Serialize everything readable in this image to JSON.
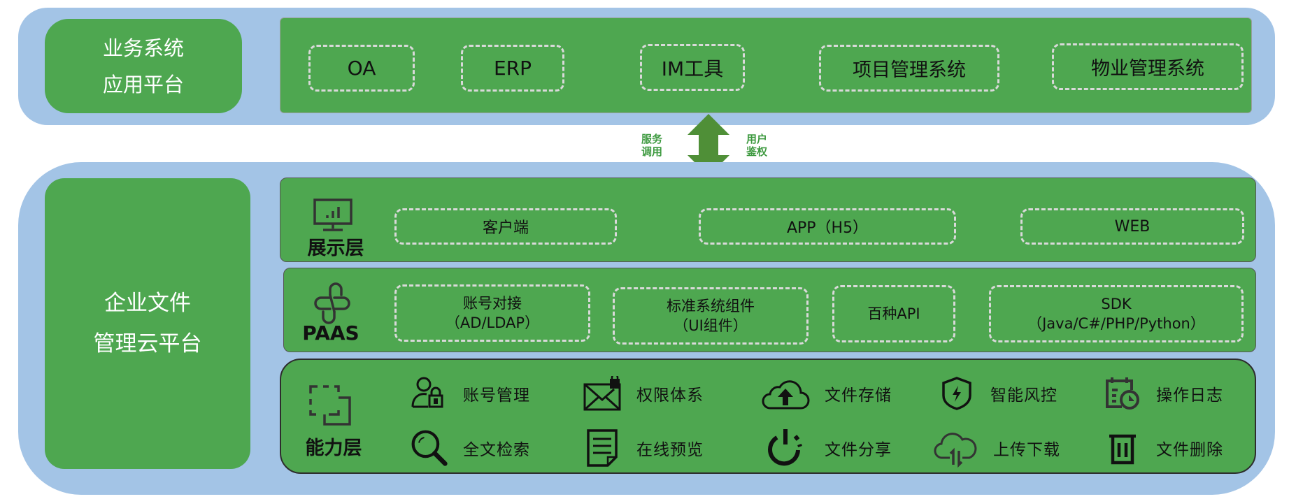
{
  "top_section": {
    "title_lines": [
      "业务系统",
      "应用平台"
    ],
    "apps": [
      "OA",
      "ERP",
      "IM工具",
      "项目管理系统",
      "物业管理系统"
    ]
  },
  "connector": {
    "left_label": [
      "服务",
      "调用"
    ],
    "right_label": [
      "用户",
      "鉴权"
    ]
  },
  "bottom_section": {
    "title_lines": [
      "企业文件",
      "管理云平台"
    ],
    "presentation_layer": {
      "title": "展示层",
      "icon": "monitor-chart-icon",
      "items": [
        "客户端",
        "APP（H5）",
        "WEB"
      ]
    },
    "paas_layer": {
      "title": "PAAS",
      "icon": "link-cross-icon",
      "items": [
        {
          "line1": "账号对接",
          "line2": "（AD/LDAP）"
        },
        {
          "line1": "标准系统组件",
          "line2": "（UI组件）"
        },
        {
          "line1": "百种API",
          "line2": ""
        },
        {
          "line1": "SDK",
          "line2": "（Java/C#/PHP/Python）"
        }
      ]
    },
    "capability_layer": {
      "title": "能力层",
      "icon": "select-region-icon",
      "items": [
        {
          "label": "账号管理",
          "icon": "user-lock-icon"
        },
        {
          "label": "权限体系",
          "icon": "mail-lock-icon"
        },
        {
          "label": "文件存储",
          "icon": "cloud-upload-icon"
        },
        {
          "label": "智能风控",
          "icon": "shield-bolt-icon"
        },
        {
          "label": "操作日志",
          "icon": "calendar-clock-icon"
        },
        {
          "label": "全文检索",
          "icon": "search-icon"
        },
        {
          "label": "在线预览",
          "icon": "document-icon"
        },
        {
          "label": "文件分享",
          "icon": "power-icon"
        },
        {
          "label": "上传下载",
          "icon": "cloud-transfer-icon"
        },
        {
          "label": "文件删除",
          "icon": "trash-icon"
        }
      ]
    }
  },
  "colors": {
    "container_blue": "#a3c4e6",
    "block_green": "#4ea750",
    "arrow_green": "#4f8f37",
    "dash_gray": "#d9d9d9"
  }
}
